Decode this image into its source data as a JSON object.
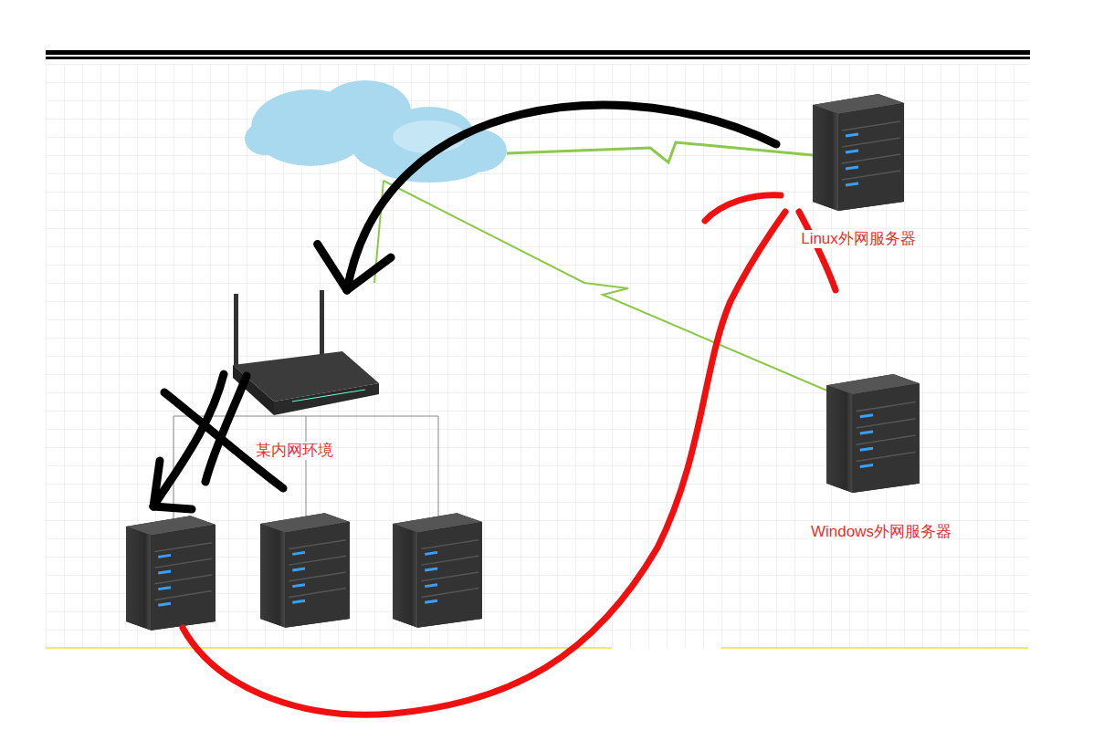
{
  "diagram": {
    "nodes": [
      {
        "text": [
          "Linux外网服务器"
        ]
      },
      {
        "text": [
          "Windows外网服务器"
        ]
      },
      {
        "text": [
          "某内网环境"
        ]
      }
    ],
    "edges": [
      {
        "from": 0,
        "to": 2,
        "arrow": "to"
      }
    ]
  }
}
